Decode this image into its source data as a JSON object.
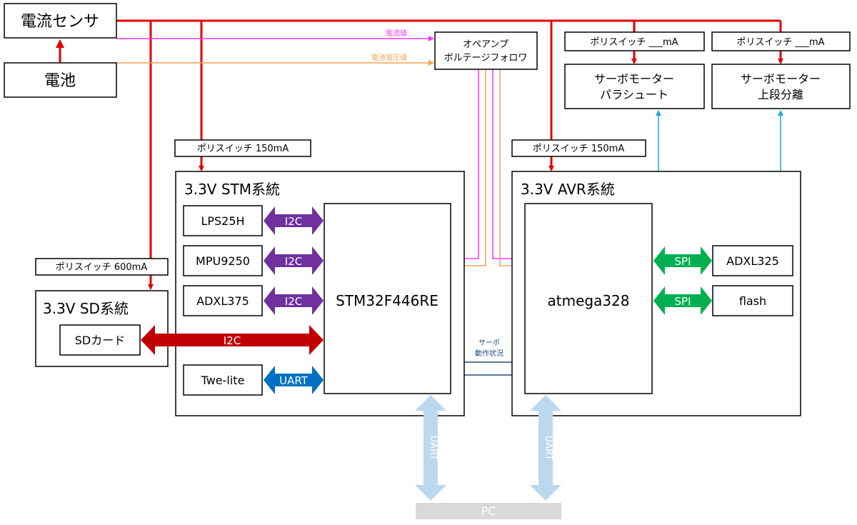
{
  "sources": {
    "sensor": "電流センサ",
    "battery": "電池"
  },
  "opamp": {
    "line1": "オペアンプ",
    "line2": "ボルテージフォロワ"
  },
  "signals": {
    "current": "電流値",
    "voltage": "電池電圧値",
    "servo_line1": "サーボ",
    "servo_line2": "動作状況"
  },
  "polyswitches": {
    "servo_left": "ポリスイッチ ___mA",
    "servo_right": "ポリスイッチ ___mA",
    "stm": "ポリスイッチ 150mA",
    "avr": "ポリスイッチ 150mA",
    "sd": "ポリスイッチ 600mA"
  },
  "servos": {
    "left_line1": "サーボモーター",
    "left_line2": "パラシュート",
    "right_line1": "サーボモーター",
    "right_line2": "上段分離"
  },
  "stm_system": {
    "title": "3.3V STM系統",
    "mcu": "STM32F446RE",
    "peripherals": [
      "LPS25H",
      "MPU9250",
      "ADXL375",
      "Twe-lite"
    ],
    "buses": [
      "I2C",
      "I2C",
      "I2C",
      "UART"
    ]
  },
  "avr_system": {
    "title": "3.3V AVR系統",
    "mcu": "atmega328",
    "peripherals": [
      "ADXL325",
      "flash"
    ],
    "buses": [
      "SPI",
      "SPI"
    ]
  },
  "sd_system": {
    "title": "3.3V SD系統",
    "card": "SDカード",
    "bus": "I2C"
  },
  "pc": {
    "label": "PC",
    "uart_left": "UART",
    "uart_right": "UART"
  },
  "colors": {
    "power": "#e00000",
    "current_signal": "#ff33ff",
    "voltage_signal": "#f5a050",
    "servo_signal": "#1fa8e0",
    "status_signal": "#1f4e79",
    "i2c": "#7030a0",
    "spi": "#00b050",
    "uart": "#0070c0",
    "sd_bus": "#c00000",
    "pc_uart": "#bdd7ee",
    "pc_box": "#d9d9d9"
  }
}
